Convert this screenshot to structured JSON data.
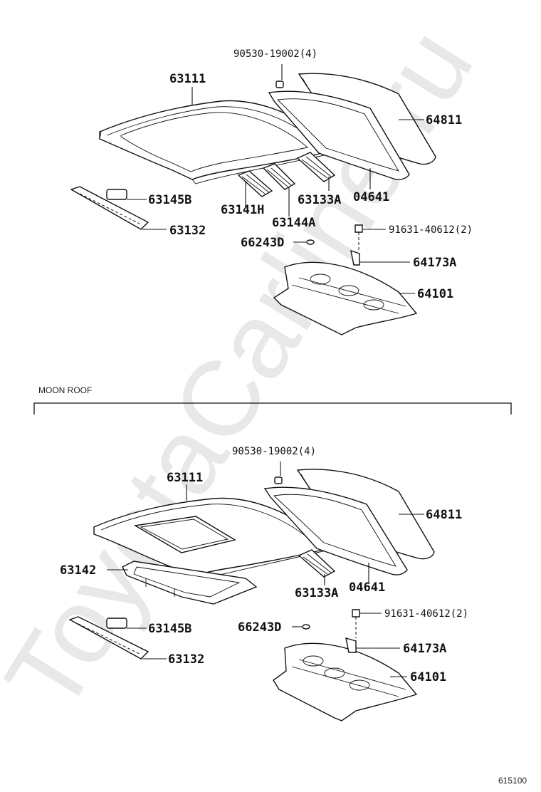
{
  "watermark": "ToyotaCarline.ru",
  "section_label": "MOON ROOF",
  "figure_number": "615100",
  "top": {
    "labels": {
      "p90530": "90530-19002(4)",
      "p63111": "63111",
      "p64811": "64811",
      "p04641": "04641",
      "p63133A": "63133A",
      "p63141H": "63141H",
      "p63144A": "63144A",
      "p63145B": "63145B",
      "p63132": "63132",
      "p91631": "91631-40612(2)",
      "p66243D": "66243D",
      "p64173A": "64173A",
      "p64101": "64101"
    }
  },
  "bottom": {
    "labels": {
      "p90530": "90530-19002(4)",
      "p63111": "63111",
      "p64811": "64811",
      "p63142": "63142",
      "p63133A": "63133A",
      "p04641": "04641",
      "p91631": "91631-40612(2)",
      "p63145B": "63145B",
      "p66243D": "66243D",
      "p64173A": "64173A",
      "p63132": "63132",
      "p64101": "64101"
    }
  }
}
